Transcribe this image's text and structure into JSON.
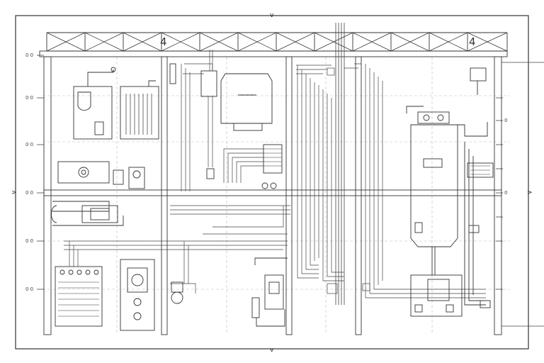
{
  "truss": {
    "marks": [
      "4",
      "4"
    ]
  },
  "border": {
    "top_mark": "v",
    "bottom_mark": "v",
    "left_mark": ">",
    "right_mark": ">"
  },
  "left_labels": [
    "0 0 ",
    "0 0 ",
    "0 0 ",
    "0 0 ",
    "0 0 ",
    "0 0 "
  ],
  "right_labels": [
    "",
    "",
    "0",
    "",
    "",
    "0",
    "",
    "",
    ""
  ],
  "colors": {
    "ink": "#333333",
    "grid": "#bbbbbb",
    "paper": "#ffffff"
  }
}
